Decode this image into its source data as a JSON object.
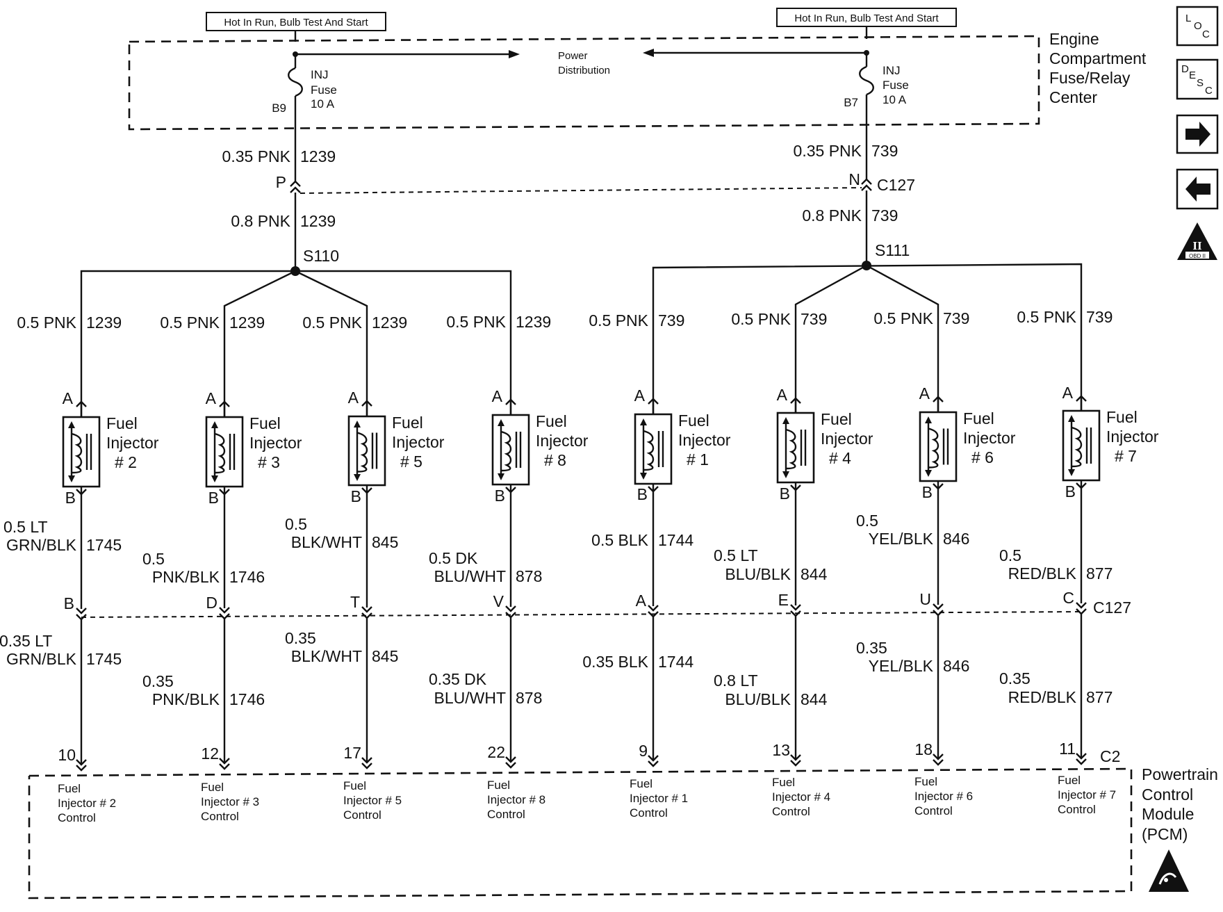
{
  "top_labels": {
    "left": "Hot In Run, Bulb Test And Start",
    "right": "Hot In Run, Bulb Test And Start"
  },
  "fuse_center": {
    "lines": [
      "Engine",
      "Compartment",
      "Fuse/Relay",
      "Center"
    ]
  },
  "power_distribution": [
    "Power",
    "Distribution"
  ],
  "fuses": [
    {
      "lines": [
        "INJ",
        "Fuse",
        "10 A"
      ],
      "pin": "B9"
    },
    {
      "lines": [
        "INJ",
        "Fuse",
        "10 A"
      ],
      "pin": "B7"
    }
  ],
  "feeds": [
    {
      "upper_wire": {
        "size": "0.35 PNK",
        "circuit": "1239"
      },
      "connector_pin": "P",
      "lower_wire": {
        "size": "0.8 PNK",
        "circuit": "1239"
      },
      "splice": "S110"
    },
    {
      "upper_wire": {
        "size": "0.35 PNK",
        "circuit": "739"
      },
      "connector_pin": "N",
      "connector_name": "C127",
      "lower_wire": {
        "size": "0.8 PNK",
        "circuit": "739"
      },
      "splice": "S111"
    }
  ],
  "injectors": [
    {
      "name": [
        "Fuel",
        "Injector",
        "# 2"
      ],
      "in_wire": {
        "size": "0.5 PNK",
        "circuit": "1239"
      },
      "pin_a": "A",
      "pin_b": "B",
      "out_wire": {
        "size": [
          "0.5 LT",
          "GRN/BLK"
        ],
        "circuit": "1745"
      },
      "c127_pin": "B",
      "pcm_wire": {
        "size": [
          "0.35 LT",
          "GRN/BLK"
        ],
        "circuit": "1745"
      },
      "pcm_pin": "10",
      "pcm_label": [
        "Fuel",
        "Injector # 2",
        "Control"
      ]
    },
    {
      "name": [
        "Fuel",
        "Injector",
        "# 3"
      ],
      "in_wire": {
        "size": "0.5 PNK",
        "circuit": "1239"
      },
      "pin_a": "A",
      "pin_b": "B",
      "out_wire": {
        "size": [
          "0.5",
          "PNK/BLK"
        ],
        "circuit": "1746"
      },
      "c127_pin": "D",
      "pcm_wire": {
        "size": [
          "0.35",
          "PNK/BLK"
        ],
        "circuit": "1746"
      },
      "pcm_pin": "12",
      "pcm_label": [
        "Fuel",
        "Injector # 3",
        "Control"
      ]
    },
    {
      "name": [
        "Fuel",
        "Injector",
        "# 5"
      ],
      "in_wire": {
        "size": "0.5 PNK",
        "circuit": "1239"
      },
      "pin_a": "A",
      "pin_b": "B",
      "out_wire": {
        "size": [
          "0.5",
          "BLK/WHT"
        ],
        "circuit": "845"
      },
      "c127_pin": "T",
      "pcm_wire": {
        "size": [
          "0.35",
          "BLK/WHT"
        ],
        "circuit": "845"
      },
      "pcm_pin": "17",
      "pcm_label": [
        "Fuel",
        "Injector # 5",
        "Control"
      ]
    },
    {
      "name": [
        "Fuel",
        "Injector",
        "# 8"
      ],
      "in_wire": {
        "size": "0.5 PNK",
        "circuit": "1239"
      },
      "pin_a": "A",
      "pin_b": "B",
      "out_wire": {
        "size": [
          "0.5 DK",
          "BLU/WHT"
        ],
        "circuit": "878"
      },
      "c127_pin": "V",
      "pcm_wire": {
        "size": [
          "0.35 DK",
          "BLU/WHT"
        ],
        "circuit": "878"
      },
      "pcm_pin": "22",
      "pcm_label": [
        "Fuel",
        "Injector # 8",
        "Control"
      ]
    },
    {
      "name": [
        "Fuel",
        "Injector",
        "# 1"
      ],
      "in_wire": {
        "size": "0.5 PNK",
        "circuit": "739"
      },
      "pin_a": "A",
      "pin_b": "B",
      "out_wire": {
        "size": [
          "0.5 BLK"
        ],
        "circuit": "1744"
      },
      "c127_pin": "A",
      "pcm_wire": {
        "size": [
          "0.35 BLK"
        ],
        "circuit": "1744"
      },
      "pcm_pin": "9",
      "pcm_label": [
        "Fuel",
        "Injector # 1",
        "Control"
      ]
    },
    {
      "name": [
        "Fuel",
        "Injector",
        "# 4"
      ],
      "in_wire": {
        "size": "0.5 PNK",
        "circuit": "739"
      },
      "pin_a": "A",
      "pin_b": "B",
      "out_wire": {
        "size": [
          "0.5 LT",
          "BLU/BLK"
        ],
        "circuit": "844"
      },
      "c127_pin": "E",
      "pcm_wire": {
        "size": [
          "0.8 LT",
          "BLU/BLK"
        ],
        "circuit": "844"
      },
      "pcm_pin": "13",
      "pcm_label": [
        "Fuel",
        "Injector # 4",
        "Control"
      ]
    },
    {
      "name": [
        "Fuel",
        "Injector",
        "# 6"
      ],
      "in_wire": {
        "size": "0.5 PNK",
        "circuit": "739"
      },
      "pin_a": "A",
      "pin_b": "B",
      "out_wire": {
        "size": [
          "0.5",
          "YEL/BLK"
        ],
        "circuit": "846"
      },
      "c127_pin": "U",
      "pcm_wire": {
        "size": [
          "0.35",
          "YEL/BLK"
        ],
        "circuit": "846"
      },
      "pcm_pin": "18",
      "pcm_label": [
        "Fuel",
        "Injector # 6",
        "Control"
      ]
    },
    {
      "name": [
        "Fuel",
        "Injector",
        "# 7"
      ],
      "in_wire": {
        "size": "0.5 PNK",
        "circuit": "739"
      },
      "pin_a": "A",
      "pin_b": "B",
      "out_wire": {
        "size": [
          "0.5",
          "RED/BLK"
        ],
        "circuit": "877"
      },
      "c127_pin": "C",
      "pcm_wire": {
        "size": [
          "0.35",
          "RED/BLK"
        ],
        "circuit": "877"
      },
      "pcm_pin": "11",
      "pcm_label": [
        "Fuel",
        "Injector # 7",
        "Control"
      ]
    }
  ],
  "c127_label": "C127",
  "c2_label": "C2",
  "pcm": {
    "lines": [
      "Powertrain",
      "Control",
      "Module",
      "(PCM)"
    ]
  },
  "nav": {
    "loc": {
      "a": "L",
      "b": "O",
      "c": "C"
    },
    "desc": {
      "a": "D",
      "b": "E",
      "c": "S",
      "d": "C"
    },
    "next_icon": "right-arrow-icon",
    "prev_icon": "left-arrow-icon",
    "obd": {
      "main": "II",
      "sub": "OBD II"
    }
  }
}
